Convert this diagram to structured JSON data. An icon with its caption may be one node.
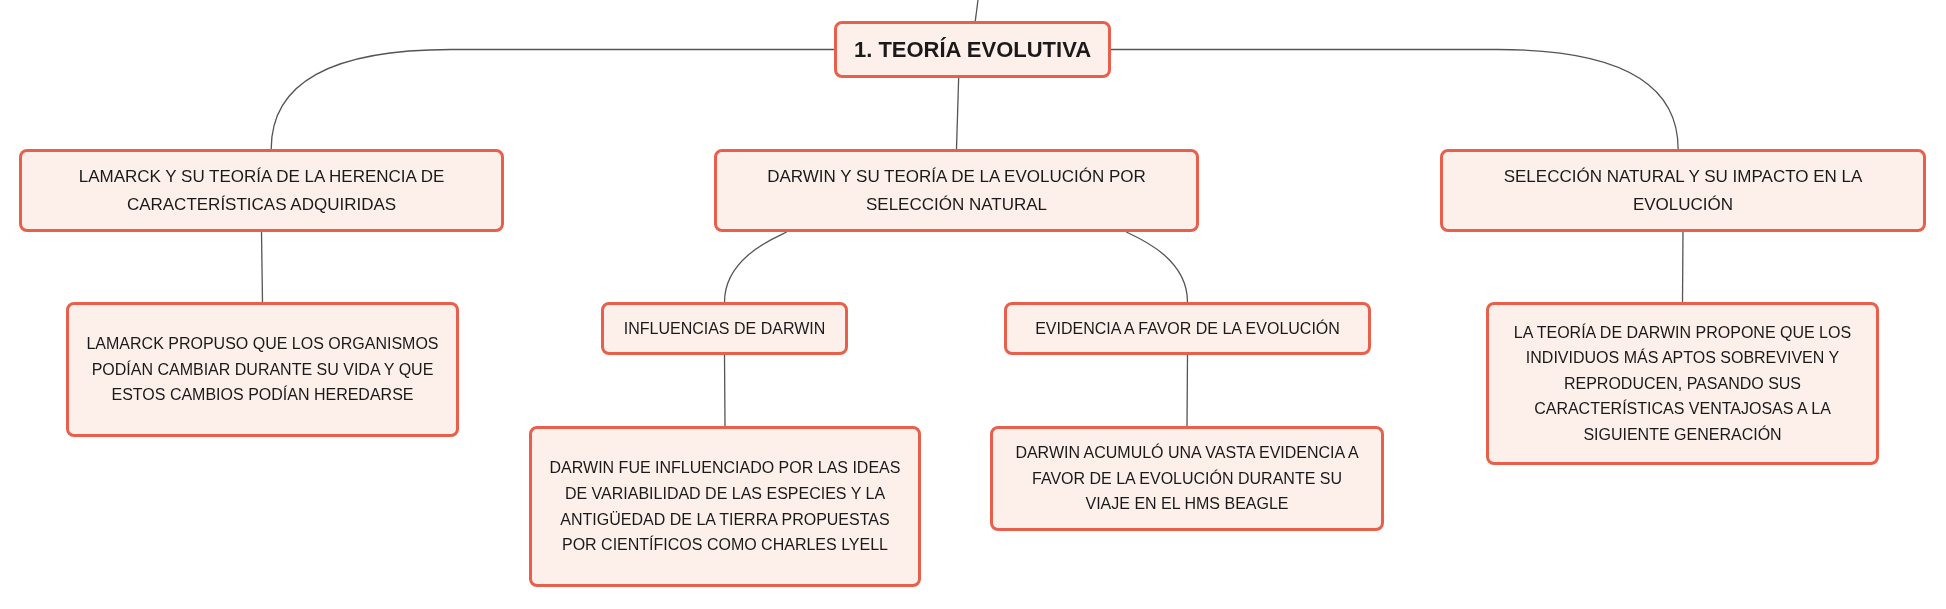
{
  "diagram": {
    "nodes": [
      {
        "text": [
          "1. TEORÍA EVOLUTIVA"
        ]
      },
      {
        "text": [
          "LAMARCK Y SU TEORÍA DE LA HERENCIA DE CARACTERÍSTICAS ADQUIRIDAS"
        ]
      },
      {
        "text": [
          "DARWIN Y SU TEORÍA DE LA EVOLUCIÓN POR SELECCIÓN NATURAL"
        ]
      },
      {
        "text": [
          "SELECCIÓN NATURAL Y SU IMPACTO EN LA EVOLUCIÓN"
        ]
      },
      {
        "text": [
          "LAMARCK PROPUSO QUE LOS ORGANISMOS PODÍAN CAMBIAR DURANTE SU VIDA Y QUE ESTOS CAMBIOS PODÍAN HEREDARSE"
        ]
      },
      {
        "text": [
          "INFLUENCIAS DE DARWIN"
        ]
      },
      {
        "text": [
          "EVIDENCIA A FAVOR DE LA EVOLUCIÓN"
        ]
      },
      {
        "text": [
          "DARWIN FUE INFLUENCIADO POR LAS IDEAS DE VARIABILIDAD DE LAS ESPECIES Y LA ANTIGÜEDAD DE LA TIERRA PROPUESTAS POR CIENTÍFICOS COMO CHARLES LYELL"
        ]
      },
      {
        "text": [
          "DARWIN ACUMULÓ UNA VASTA EVIDENCIA A FAVOR DE LA EVOLUCIÓN DURANTE SU VIAJE EN EL HMS BEAGLE"
        ]
      },
      {
        "text": [
          "LA TEORÍA DE DARWIN PROPONE QUE LOS INDIVIDUOS MÁS APTOS SOBREVIVEN Y REPRODUCEN, PASANDO SUS CARACTERÍSTICAS VENTAJOSAS A LA SIGUIENTE GENERACIÓN"
        ]
      }
    ],
    "edges": [
      {
        "from": null,
        "to": 0,
        "arrow": "none"
      },
      {
        "from": 0,
        "to": 1,
        "arrow": "none"
      },
      {
        "from": 0,
        "to": 2,
        "arrow": "none"
      },
      {
        "from": 0,
        "to": 3,
        "arrow": "none"
      },
      {
        "from": 1,
        "to": 4,
        "arrow": "none"
      },
      {
        "from": 2,
        "to": 5,
        "arrow": "none"
      },
      {
        "from": 2,
        "to": 6,
        "arrow": "none"
      },
      {
        "from": 5,
        "to": 7,
        "arrow": "none"
      },
      {
        "from": 6,
        "to": 8,
        "arrow": "none"
      },
      {
        "from": 3,
        "to": 9,
        "arrow": "none"
      }
    ]
  }
}
